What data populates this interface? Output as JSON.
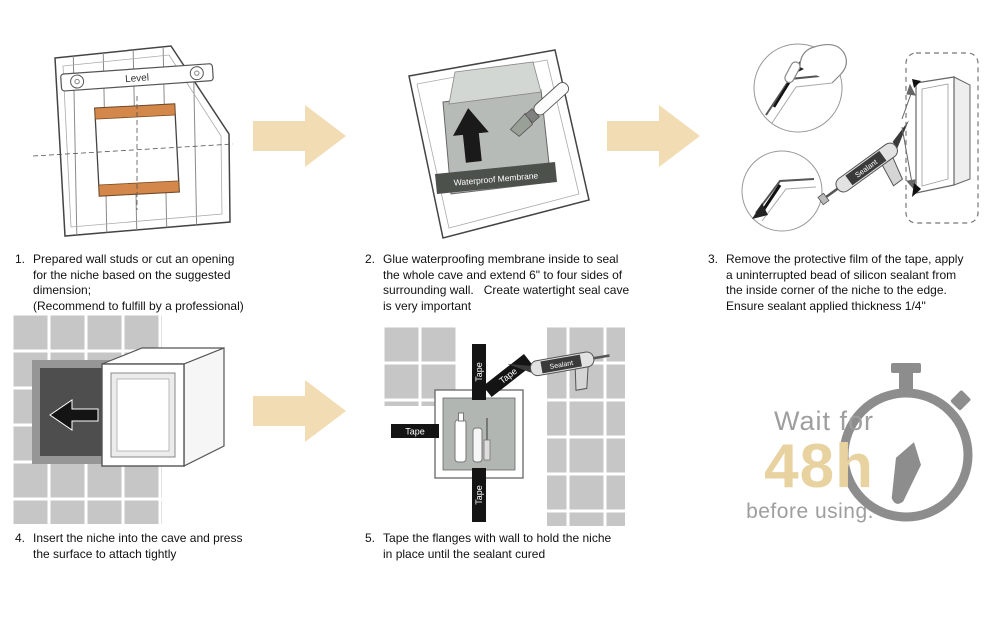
{
  "steps": [
    {
      "num": "1.",
      "text": "Prepared wall studs or cut an opening\nfor the niche based on the suggested\ndimension;\n(Recommend to fulfill by a professional)"
    },
    {
      "num": "2.",
      "text": "Glue waterproofing membrane inside to seal\nthe whole cave and extend 6\" to four sides of\nsurrounding wall.   Create watertight seal cave\nis very important"
    },
    {
      "num": "3.",
      "text": "Remove the protective film of the tape, apply\na uninterrupted bead of silicon sealant from\nthe inside corner of the niche to the edge.\nEnsure sealant applied thickness 1/4\""
    },
    {
      "num": "4.",
      "text": "Insert the niche into the cave and press\nthe surface to attach tightly"
    },
    {
      "num": "5.",
      "text": "Tape the flanges with wall to hold the niche\nin place until the sealant cured"
    }
  ],
  "labels": {
    "level": "Level",
    "waterproof_membrane": "Waterproof Membrane",
    "tape": "Tape",
    "sealant": "Sealant"
  },
  "timer": {
    "wait_for": "Wait for",
    "duration": "48h",
    "before_using": "before using."
  },
  "colors": {
    "arrow": "#f2dcb3",
    "duration_text": "#e8d2a0",
    "timer_gray": "#9e9e9e",
    "blocking_orange": "#d4874b",
    "tile_gray": "#c6c6c6",
    "tape_black": "#141414"
  },
  "icons": [
    "arrow-right-icon",
    "level-tool",
    "brush-icon",
    "caulk-gun-icon",
    "hand-icon",
    "stopwatch-icon",
    "tape-strip",
    "niche-box",
    "bottle-icons"
  ]
}
